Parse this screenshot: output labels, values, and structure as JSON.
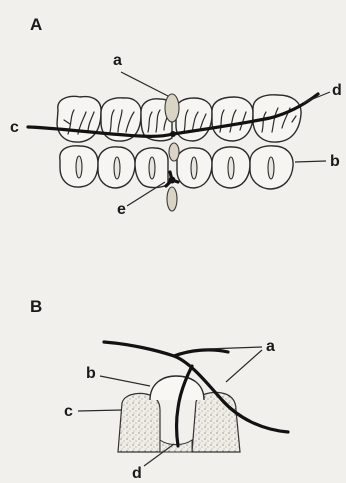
{
  "panels": [
    {
      "label": "A",
      "callouts": {
        "a": "a",
        "b": "b",
        "c": "c",
        "d": "d",
        "e": "e"
      }
    },
    {
      "label": "B",
      "callouts": {
        "a": "a",
        "b": "b",
        "c": "c",
        "d": "d"
      }
    }
  ]
}
